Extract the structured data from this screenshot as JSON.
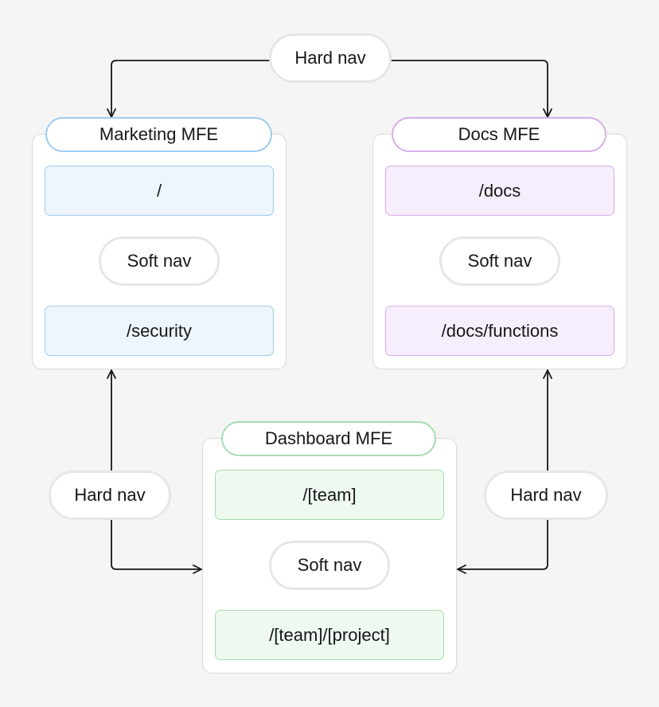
{
  "colors": {
    "background": "#f5f5f5",
    "line": "#171717",
    "marketing_border": "#9ecbf0",
    "marketing_fill": "#eef5fd",
    "docs_border": "#d7aee9",
    "docs_fill": "#f6eefc",
    "dashboard_border": "#a6dcae",
    "dashboard_fill": "#eefaf0"
  },
  "top_nav": {
    "label": "Hard nav"
  },
  "left_nav": {
    "label": "Hard nav"
  },
  "right_nav": {
    "label": "Hard nav"
  },
  "marketing": {
    "title": "Marketing MFE",
    "route_top": "/",
    "soft_nav": "Soft nav",
    "route_bottom": "/security"
  },
  "docs": {
    "title": "Docs MFE",
    "route_top": "/docs",
    "soft_nav": "Soft nav",
    "route_bottom": "/docs/functions"
  },
  "dashboard": {
    "title": "Dashboard MFE",
    "route_top": "/[team]",
    "soft_nav": "Soft nav",
    "route_bottom": "/[team]/[project]"
  }
}
